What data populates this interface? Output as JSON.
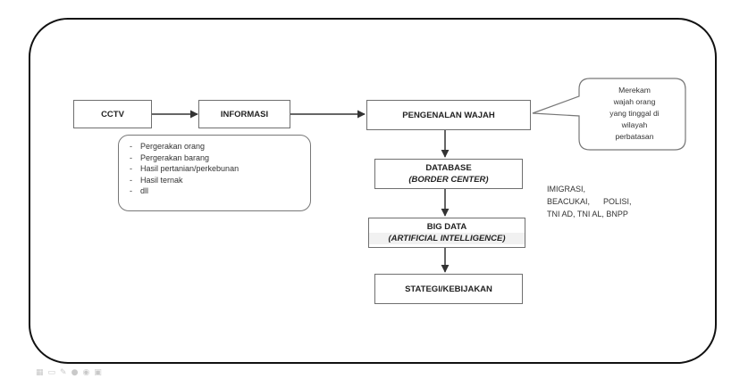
{
  "diagram": {
    "nodes": {
      "cctv": "CCTV",
      "informasi": "INFORMASI",
      "pengenalan": "PENGENALAN WAJAH",
      "database_title": "DATABASE",
      "database_sub": "(BORDER CENTER)",
      "bigdata_title": "BIG DATA",
      "bigdata_sub": "(ARTIFICIAL INTELLIGENCE)",
      "strategi": "STATEGI/KEBIJAKAN"
    },
    "info_items": [
      "Pergerakan orang",
      "Pergerakan barang",
      "Hasil pertanian/perkebunan",
      "Hasil ternak",
      "dll"
    ],
    "callout_lines": [
      "Merekam",
      "wajah orang",
      "yang tinggal di",
      "wilayah",
      "perbatasan"
    ],
    "agencies_lines": [
      "IMIGRASI,",
      "BEACUKAI,      POLISI,",
      "TNI AD, TNI AL, BNPP"
    ]
  },
  "toolbar_icons": [
    "grid-icon",
    "pager-icon",
    "pen-icon",
    "circle-icon",
    "camera-icon",
    "monitor-icon"
  ]
}
